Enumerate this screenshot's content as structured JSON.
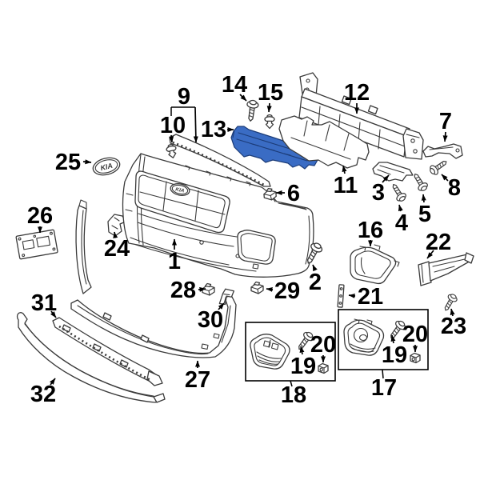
{
  "colors": {
    "background": "#ffffff",
    "line": "#3a3a3a",
    "label": "#000000",
    "highlight": "#3a6cc4",
    "highlight_outline": "#1c3c78",
    "box_border": "#000000"
  },
  "highlighted_callout": "13",
  "emblem": {
    "text": "KIA"
  },
  "badge": {
    "text": "KIA"
  },
  "callouts": {
    "c1": "1",
    "c2": "2",
    "c3": "3",
    "c4": "4",
    "c5": "5",
    "c6": "6",
    "c7": "7",
    "c8": "8",
    "c9": "9",
    "c10": "10",
    "c11": "11",
    "c12": "12",
    "c13": "13",
    "c14": "14",
    "c15": "15",
    "c16": "16",
    "c17": "17",
    "c18": "18",
    "c19_left": "19",
    "c20_left": "20",
    "c19_right": "19",
    "c20_right": "20",
    "c21": "21",
    "c22": "22",
    "c23": "23",
    "c24": "24",
    "c25": "25",
    "c26": "26",
    "c27": "27",
    "c28": "28",
    "c29": "29",
    "c30": "30",
    "c31": "31",
    "c32": "32"
  }
}
